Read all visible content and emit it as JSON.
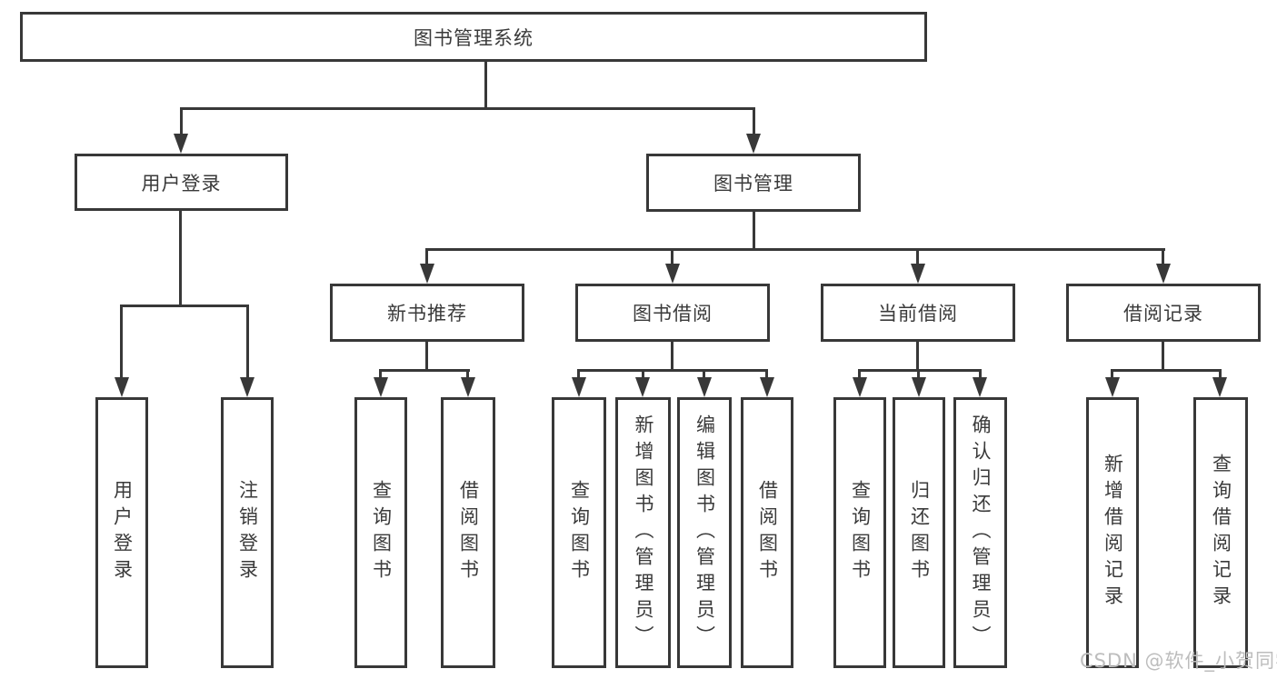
{
  "diagram": {
    "root": {
      "label": "图书管理系统"
    },
    "level2": [
      {
        "label": "用户登录"
      },
      {
        "label": "图书管理"
      }
    ],
    "level3": [
      {
        "label": "新书推荐"
      },
      {
        "label": "图书借阅"
      },
      {
        "label": "当前借阅"
      },
      {
        "label": "借阅记录"
      }
    ],
    "leaves": [
      {
        "label": "用户登录"
      },
      {
        "label": "注销登录"
      },
      {
        "label": "查询图书"
      },
      {
        "label": "借阅图书"
      },
      {
        "label": "查询图书"
      },
      {
        "label": "新增图书（管理员）"
      },
      {
        "label": "编辑图书（管理员）"
      },
      {
        "label": "借阅图书"
      },
      {
        "label": "查询图书"
      },
      {
        "label": "归还图书"
      },
      {
        "label": "确认归还（管理员）"
      },
      {
        "label": "新增借阅记录"
      },
      {
        "label": "查询借阅记录"
      }
    ]
  },
  "watermark": {
    "text": "CSDN @软件_小贺同学"
  },
  "colors": {
    "line": "#383838",
    "text": "#3a3a3a",
    "background": "#ffffff",
    "watermark": "#bdbdbd"
  }
}
